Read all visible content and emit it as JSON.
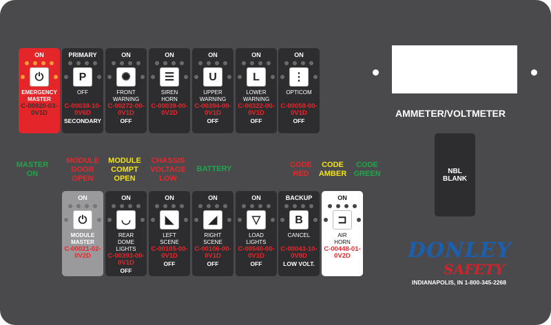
{
  "top_row": [
    {
      "top": "ON",
      "icon": "switch-icon",
      "glyph": "⏻",
      "label": [
        "EMERGENCY",
        "MASTER"
      ],
      "code": [
        "C-00020-03-",
        "0V1D"
      ],
      "bottom": "",
      "style": "red"
    },
    {
      "top": "PRIMARY",
      "icon": "beacon-primary-icon",
      "glyph": "P",
      "label": [
        "OFF"
      ],
      "code": [
        "C-00038-10-",
        "0V6D"
      ],
      "bottom": "SECONDARY",
      "style": "dark"
    },
    {
      "top": "ON",
      "icon": "warning-light-icon",
      "glyph": "✺",
      "label": [
        "FRONT",
        "WARNING"
      ],
      "code": [
        "C-00272-00-",
        "0V1D"
      ],
      "bottom": "OFF",
      "style": "dark"
    },
    {
      "top": "ON",
      "icon": "siren-icon",
      "glyph": "☰",
      "label": [
        "SIREN",
        "HORN"
      ],
      "code": [
        "C-00039-00-",
        "0V2D"
      ],
      "bottom": "",
      "style": "dark"
    },
    {
      "top": "ON",
      "icon": "upper-warning-icon",
      "glyph": "U",
      "label": [
        "UPPER",
        "WARNING"
      ],
      "code": [
        "C-00394-00-",
        "0V1D"
      ],
      "bottom": "OFF",
      "style": "dark"
    },
    {
      "top": "ON",
      "icon": "lower-warning-icon",
      "glyph": "L",
      "label": [
        "LOWER",
        "WARNING"
      ],
      "code": [
        "C-00322-00-",
        "0V1D"
      ],
      "bottom": "OFF",
      "style": "dark"
    },
    {
      "top": "ON",
      "icon": "traffic-light-icon",
      "glyph": "⋮",
      "label": [
        "OPTICOM"
      ],
      "code": [
        "C-00058-00-",
        "0V1D"
      ],
      "bottom": "OFF",
      "style": "dark"
    }
  ],
  "bottom_row": [
    {
      "top": "ON",
      "icon": "switch-icon",
      "glyph": "⏻",
      "label": [
        "MODULE",
        "MASTER"
      ],
      "code": [
        "C-00021-02-",
        "0V2D"
      ],
      "bottom": "",
      "style": "gray"
    },
    {
      "top": "ON",
      "icon": "dome-light-icon",
      "glyph": "◡",
      "label": [
        "REAR",
        "DOME",
        "LIGHTS"
      ],
      "code": [
        "C-00393-00-",
        "0V1D"
      ],
      "bottom": "OFF",
      "style": "dark"
    },
    {
      "top": "ON",
      "icon": "left-scene-light-icon",
      "glyph": "◣",
      "label": [
        "LEFT",
        "SCENE"
      ],
      "code": [
        "C-00105-00-",
        "0V1D"
      ],
      "bottom": "OFF",
      "style": "dark"
    },
    {
      "top": "ON",
      "icon": "right-scene-light-icon",
      "glyph": "◢",
      "label": [
        "RIGHT",
        "SCENE"
      ],
      "code": [
        "C-00106-00-",
        "0V1D"
      ],
      "bottom": "OFF",
      "style": "dark"
    },
    {
      "top": "ON",
      "icon": "load-light-icon",
      "glyph": "▽",
      "label": [
        "LOAD",
        "LIGHTS"
      ],
      "code": [
        "C-00540-00-",
        "0V1D"
      ],
      "bottom": "OFF",
      "style": "dark"
    },
    {
      "top": "BACKUP",
      "icon": "backup-horn-icon",
      "glyph": "B",
      "label": [
        "CANCEL"
      ],
      "code": [
        "C-00043-10-",
        "0V8D"
      ],
      "bottom": "LOW VOLT.",
      "style": "dark"
    },
    {
      "top": "ON",
      "icon": "air-horn-icon",
      "glyph": "⊐",
      "label": [
        "AIR",
        "HORN"
      ],
      "code": [
        "C-00448-01-",
        "0V2D"
      ],
      "bottom": "",
      "style": "white"
    }
  ],
  "indicators": [
    {
      "lines": [
        "MASTER",
        "ON"
      ],
      "color": "#1fa64a"
    },
    {
      "lines": [
        "MODULE",
        "DOOR",
        "OPEN"
      ],
      "color": "#e8262b"
    },
    {
      "lines": [
        "MODULE",
        "COMPT",
        "OPEN"
      ],
      "color": "#f2e21c"
    },
    {
      "lines": [
        "CHASSIS",
        "VOLTAGE",
        "LOW"
      ],
      "color": "#e8262b"
    },
    {
      "lines": [
        "BATTERY"
      ],
      "color": "#1fa64a"
    },
    {
      "lines": [
        "CODE",
        "RED"
      ],
      "color": "#e8262b"
    },
    {
      "lines": [
        "CODE",
        "AMBER"
      ],
      "color": "#f2e21c"
    },
    {
      "lines": [
        "CODE",
        "GREEN"
      ],
      "color": "#1fa64a"
    }
  ],
  "meter_label": "AMMETER/VOLTMETER",
  "blank": {
    "lines": [
      "NBL",
      "BLANK"
    ]
  },
  "logo": {
    "line1": "DONLEY",
    "line2": "SAFETY",
    "contact": "INDIANAPOLIS, IN 1-800-345-2268"
  }
}
